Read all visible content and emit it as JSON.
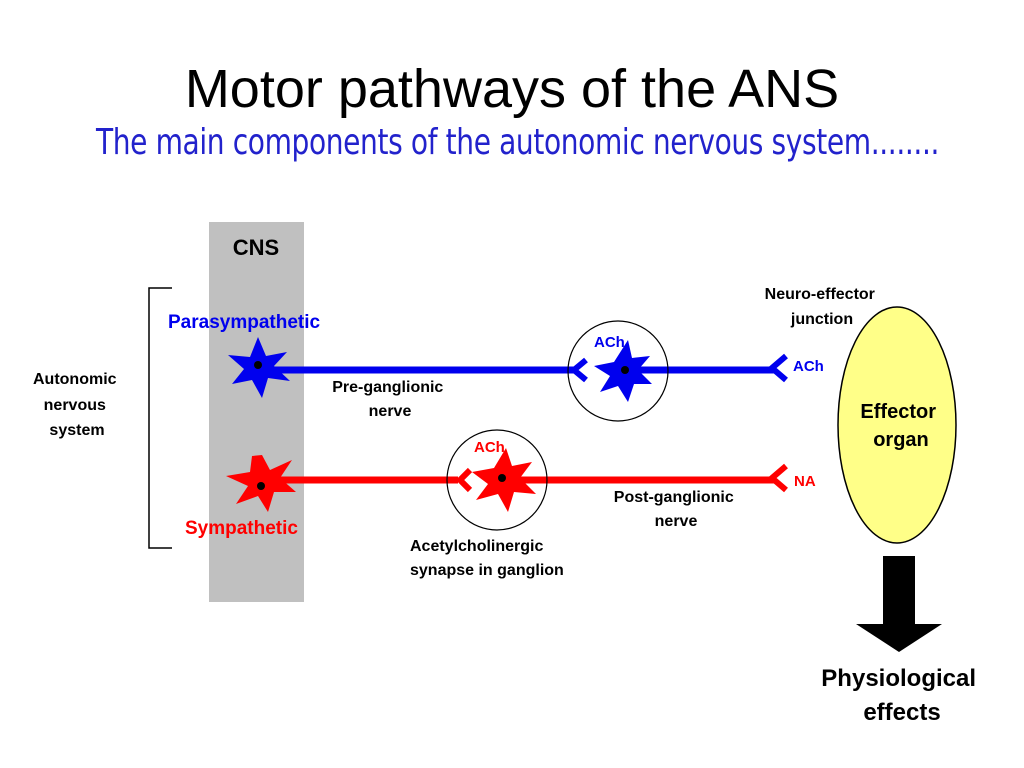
{
  "slide": {
    "title": "Motor pathways of the ANS",
    "subtitle": "The main components of the autonomic nervous system........"
  },
  "diagram": {
    "cns_label": "CNS",
    "ans_label_lines": [
      "Autonomic",
      "nervous",
      "system"
    ],
    "parasympathetic_label": "Parasympathetic",
    "sympathetic_label": "Sympathetic",
    "pre_ganglionic_lines": [
      "Pre-ganglionic",
      "nerve"
    ],
    "post_ganglionic_lines": [
      "Post-ganglionic",
      "nerve"
    ],
    "synapse_lines": [
      "Acetylcholinergic",
      "synapse in ganglion"
    ],
    "junction_lines": [
      "Neuro-effector",
      "junction"
    ],
    "ganglion_para_transmitter": "ACh",
    "ganglion_symp_transmitter": "ACh",
    "junction_para_transmitter": "ACh",
    "junction_symp_transmitter": "NA",
    "effector_lines": [
      "Effector",
      "organ"
    ],
    "effects_lines": [
      "Physiological",
      "effects"
    ],
    "colors": {
      "parasympathetic": "#0000ee",
      "sympathetic": "#ff0000",
      "cns_bar": "#c0c0c0",
      "effector": "#ffff88",
      "subtitle": "#2222cc"
    }
  }
}
